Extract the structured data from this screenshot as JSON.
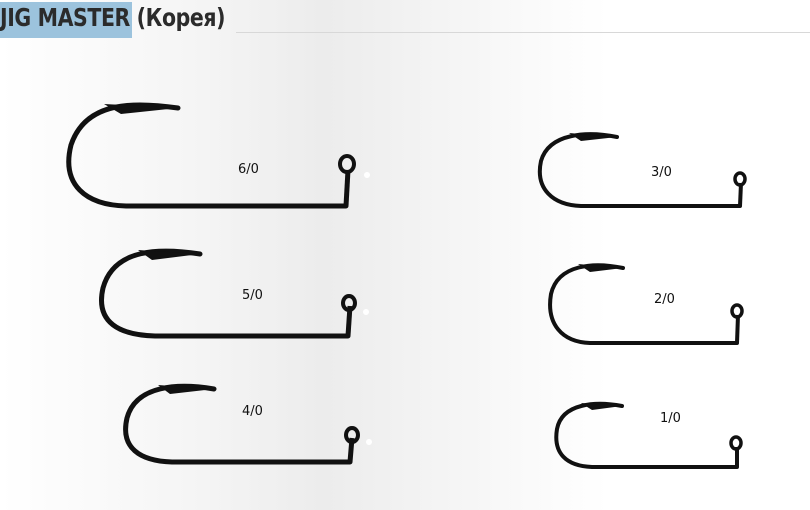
{
  "header": {
    "brand": "JIG MASTER",
    "region": "(Корея)",
    "accent_color": "#9cc3dd"
  },
  "hooks": [
    {
      "size": "6/0"
    },
    {
      "size": "5/0"
    },
    {
      "size": "4/0"
    },
    {
      "size": "3/0"
    },
    {
      "size": "2/0"
    },
    {
      "size": "1/0"
    }
  ]
}
